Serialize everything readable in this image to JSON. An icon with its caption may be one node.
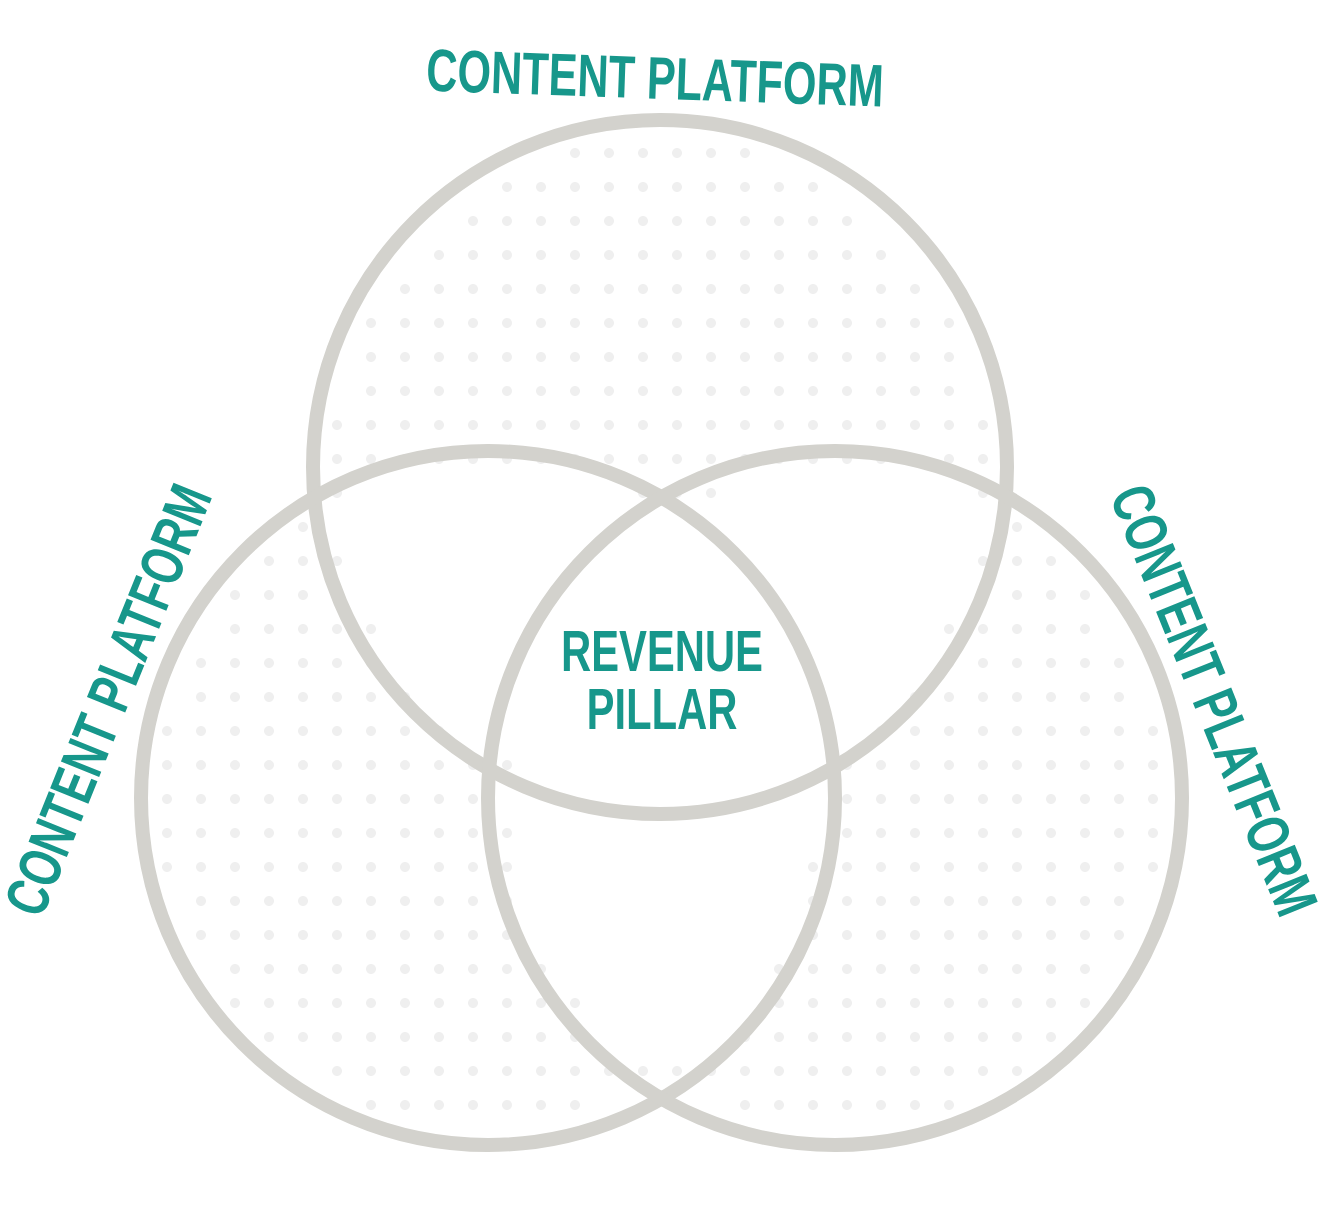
{
  "diagram": {
    "nodes": [
      {
        "text": [
          "CONTENT PLATFORM"
        ]
      },
      {
        "text": [
          "CONTENT PLATFORM"
        ]
      },
      {
        "text": [
          "CONTENT PLATFORM"
        ]
      }
    ],
    "labels": [
      "REVENUE PILLAR"
    ]
  }
}
